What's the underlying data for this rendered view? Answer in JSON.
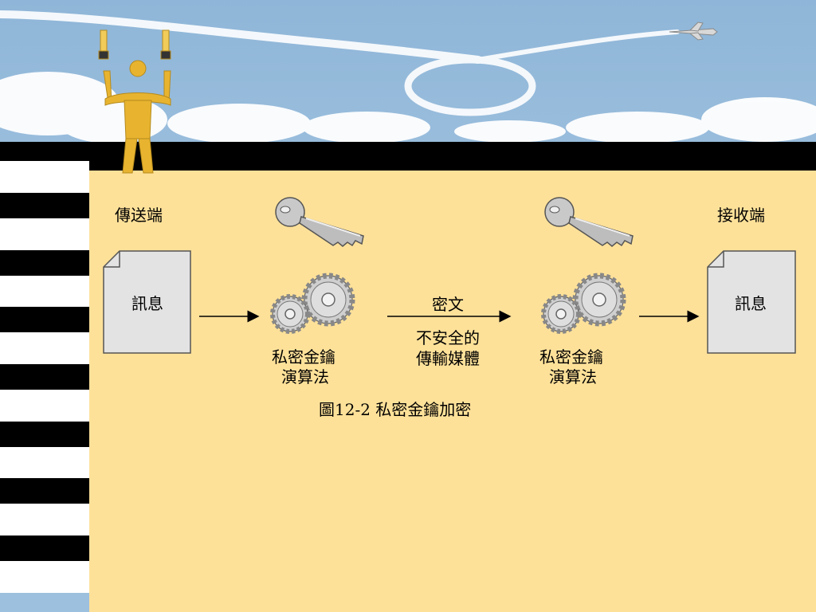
{
  "slide": {
    "colors": {
      "sky": "#9cc0de",
      "panel": "#fee199",
      "bar": "#000000",
      "stripe_white": "#ffffff",
      "stripe_black": "#000000",
      "figure_person": "#e8b430",
      "document_fill": "#e3e3e3"
    },
    "decorations": [
      "sky-with-clouds",
      "skywriting-airplane",
      "signal-person-silhouette",
      "striped-left-border"
    ]
  },
  "diagram": {
    "sender_label": "傳送端",
    "receiver_label": "接收端",
    "sender_doc_label": "訊息",
    "receiver_doc_label": "訊息",
    "algorithm_left": {
      "line1": "私密金鑰",
      "line2": "演算法"
    },
    "algorithm_right": {
      "line1": "私密金鑰",
      "line2": "演算法"
    },
    "ciphertext_label": "密文",
    "medium": {
      "line1": "不安全的",
      "line2": "傳輸媒體"
    },
    "caption": "圖12-2 私密金鑰加密",
    "icons": [
      "document-icon",
      "key-icon",
      "gears-icon",
      "arrow-right-icon"
    ]
  }
}
